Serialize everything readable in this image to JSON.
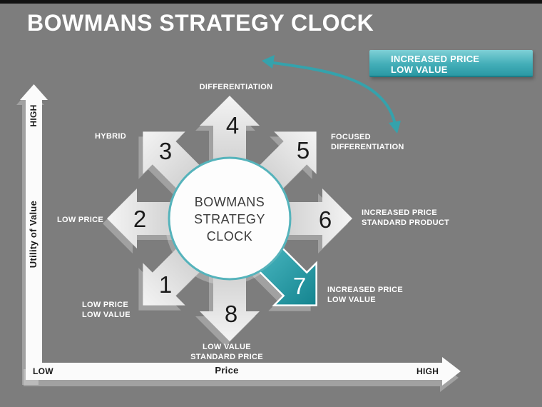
{
  "slide": {
    "title": "BOWMANS STRATEGY CLOCK",
    "colors": {
      "background": "#7d7d7d",
      "accent_teal": "#35a2ac",
      "arrow_gray_light": "#f4f4f4",
      "arrow_gray_dark": "#b5b5b5",
      "top_strip": "#121212"
    }
  },
  "callout": {
    "line1": "INCREASED PRICE",
    "line2": "LOW VALUE"
  },
  "curved_arrow": {
    "color": "#35a2ac",
    "type": "double-headed-arc"
  },
  "axes": {
    "y_label": "Utility of Value",
    "y_high": "HIGH",
    "x_low": "LOW",
    "x_label": "Price",
    "x_high": "HIGH"
  },
  "clock": {
    "center_line1": "BOWMANS",
    "center_line2": "STRATEGY",
    "center_line3": "CLOCK",
    "arrows": [
      {
        "number": "1",
        "direction": "down-left",
        "label_line1": "LOW PRICE",
        "label_line2": "LOW VALUE",
        "highlighted": false
      },
      {
        "number": "2",
        "direction": "left",
        "label_line1": "LOW PRICE",
        "label_line2": "",
        "highlighted": false
      },
      {
        "number": "3",
        "direction": "up-left",
        "label_line1": "HYBRID",
        "label_line2": "",
        "highlighted": false
      },
      {
        "number": "4",
        "direction": "up",
        "label_line1": "DIFFERENTIATION",
        "label_line2": "",
        "highlighted": false
      },
      {
        "number": "5",
        "direction": "up-right",
        "label_line1": "FOCUSED",
        "label_line2": "DIFFERENTIATION",
        "highlighted": false
      },
      {
        "number": "6",
        "direction": "right",
        "label_line1": "INCREASED PRICE",
        "label_line2": "STANDARD PRODUCT",
        "highlighted": false
      },
      {
        "number": "7",
        "direction": "down-right",
        "label_line1": "INCREASED PRICE",
        "label_line2": "LOW VALUE",
        "highlighted": true
      },
      {
        "number": "8",
        "direction": "down",
        "label_line1": "LOW VALUE",
        "label_line2": "STANDARD PRICE",
        "highlighted": false
      }
    ]
  }
}
